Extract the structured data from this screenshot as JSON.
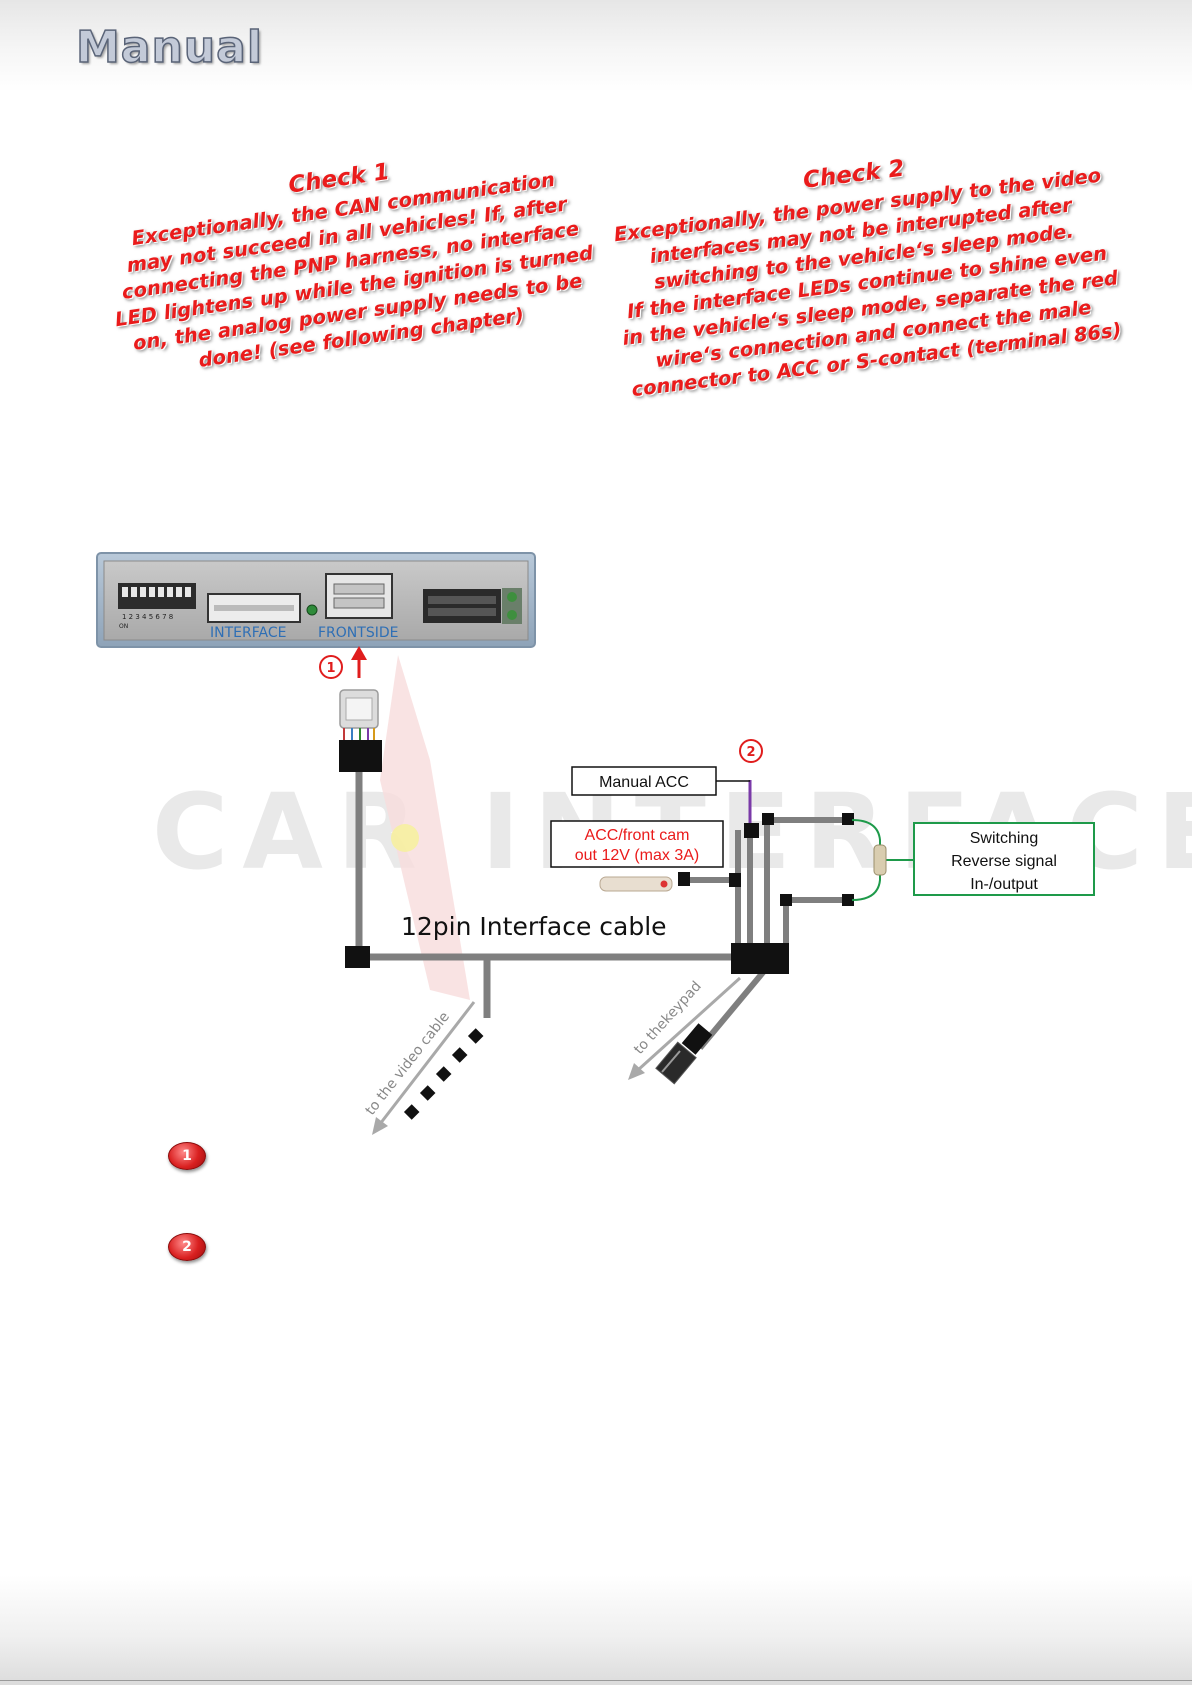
{
  "header": {
    "title": "Manual"
  },
  "check1": {
    "title": "Check 1",
    "body": "Exceptionally, the CAN communication\nmay not succeed in all vehicles! If, after\nconnecting the PNP harness, no interface\nLED lightens up while the ignition is turned\non, the analog power supply needs to be\ndone! (see following chapter)"
  },
  "check2": {
    "title": "Check 2",
    "body": "Exceptionally, the power supply to the video\ninterfaces may not be interupted after\nswitching to the vehicle‘s sleep mode.\nIf the interface LEDs continue to shine even\nin the vehicle‘s sleep mode, separate the red\nwire‘s connection and connect the male\nconnector to ACC or S-contact (terminal 86s)"
  },
  "diagram": {
    "device": {
      "dip_numbers": "1 2 3 4 5 6 7 8",
      "dip_on": "ON",
      "label_interface": "INTERFACE",
      "label_frontside": "FRONTSIDE"
    },
    "marker_1": "1",
    "marker_2": "2",
    "watermark": "CAR INTERFACE",
    "cable_label": "12pin Interface cable",
    "manual_acc": "Manual ACC",
    "acc_line1": "ACC/front cam",
    "acc_line2": "out  12V (max 3A)",
    "switching_line1": "Switching",
    "switching_line2": "Reverse signal",
    "switching_line3": "In-/output",
    "to_video": "to the video cable",
    "to_keypad": "to thekeypad",
    "colors": {
      "accent_red": "#ea1b1b",
      "cable_gray": "#7f7f7f",
      "switch_green": "#1e9a4a",
      "acc_purple": "#7a3aa8",
      "device_blue": "#2f6fb5"
    }
  },
  "legend": [
    {
      "number": "1"
    },
    {
      "number": "2"
    }
  ]
}
